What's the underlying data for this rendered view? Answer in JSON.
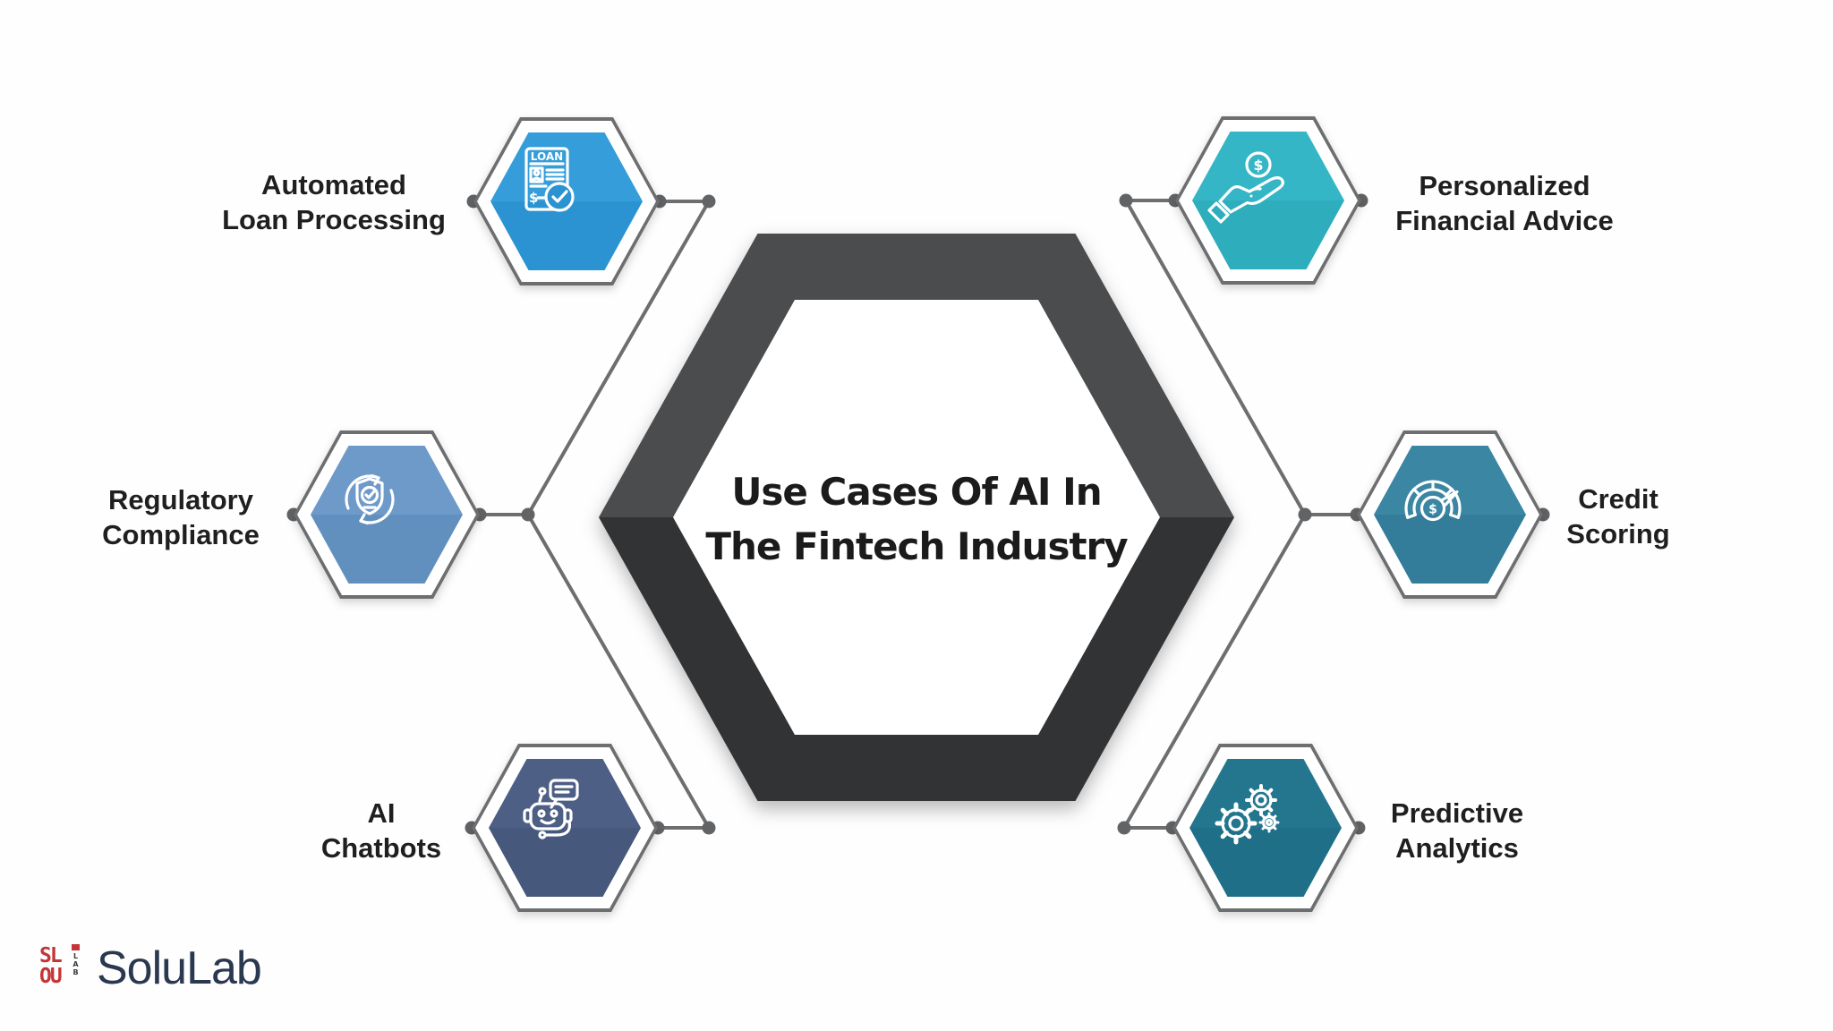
{
  "center": {
    "title_line1": "Use Cases Of AI In",
    "title_line2": "The Fintech Industry",
    "title_color": "#1b1b1b",
    "ring": {
      "fill_top": "#4b4c4e",
      "fill_bottom": "#313335"
    }
  },
  "connector": {
    "line_color": "#6d6e70",
    "dot_color": "#626365"
  },
  "nodes": [
    {
      "id": "automated-loan-processing",
      "icon": "loan-document-icon",
      "line1": "Automated",
      "line2": "Loan Processing",
      "fill_top": "#359dd9",
      "fill_bottom": "#2c93d3"
    },
    {
      "id": "regulatory-compliance",
      "icon": "shield-refresh-icon",
      "line1": "Regulatory",
      "line2": "Compliance",
      "fill_top": "#6e9aca",
      "fill_bottom": "#6190bf"
    },
    {
      "id": "ai-chatbots",
      "icon": "chatbot-icon",
      "line1": "AI",
      "line2": "Chatbots",
      "fill_top": "#4d5f84",
      "fill_bottom": "#46587b"
    },
    {
      "id": "personalized-financial-advice",
      "icon": "hand-coin-icon",
      "line1": "Personalized",
      "line2": "Financial Advice",
      "fill_top": "#35b6c6",
      "fill_bottom": "#2eadbd"
    },
    {
      "id": "credit-scoring",
      "icon": "credit-gauge-icon",
      "line1": "Credit",
      "line2": "Scoring",
      "fill_top": "#3a86a3",
      "fill_bottom": "#337d9a"
    },
    {
      "id": "predictive-analytics",
      "icon": "gears-icon",
      "line1": "Predictive",
      "line2": "Analytics",
      "fill_top": "#24768f",
      "fill_bottom": "#1f6f88"
    }
  ],
  "icon_texts": {
    "loan_label": "LOAN",
    "dollar": "$"
  },
  "brand": {
    "wordmark": "SoluLab",
    "mark_top": "SL",
    "mark_bottom": "OU",
    "mark_side": "LAB",
    "mark_color": "#c53437",
    "wordmark_color": "#2a3850"
  }
}
